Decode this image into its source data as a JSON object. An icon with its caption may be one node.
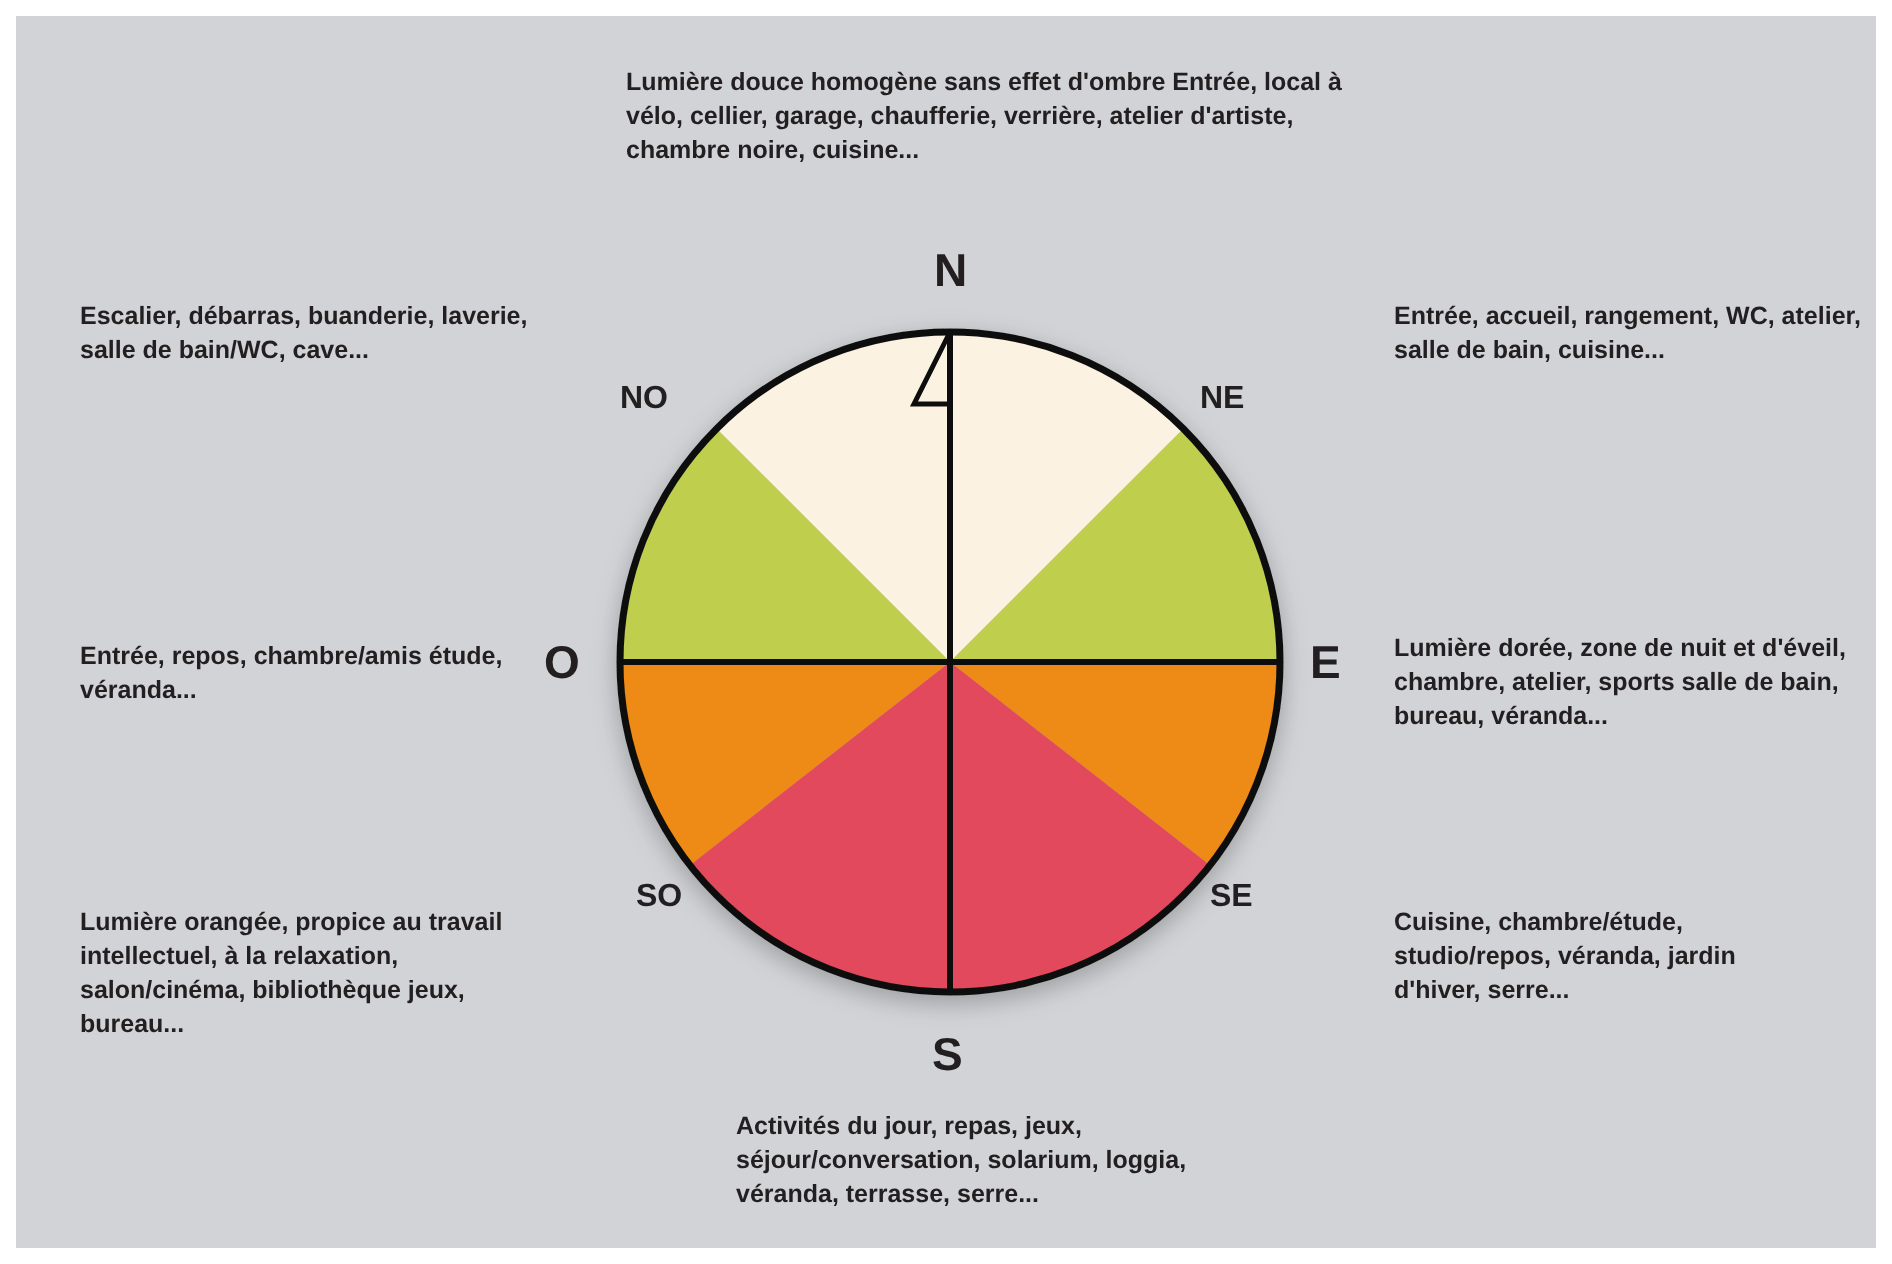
{
  "diagram": {
    "labels": [
      "Lumière douce homogène sans effet d'ombre Entrée, local à vélo, cellier, garage, chaufferie, verrière, atelier d'artiste, chambre noire, cuisine...",
      "N",
      "Escalier, débarras, buanderie, laverie, salle de bain/WC, cave...",
      "Entrée, accueil, rangement, WC, atelier, salle de bain, cuisine...",
      "NO",
      "NE",
      "Entrée, repos, chambre/amis étude, véranda...",
      "O",
      "E",
      "Lumière dorée, zone de nuit et d'éveil, chambre, atelier, sports salle de bain, bureau, véranda...",
      "SO",
      "SE",
      "Lumière orangée, propice au travail intellectuel, à la relaxation, salon/cinéma, bibliothèque jeux, bureau...",
      "Cuisine, chambre/étude, studio/repos, véranda, jardin d'hiver, serre...",
      "S",
      "Activités du jour, repas, jeux, séjour/conversation, solarium, loggia, véranda, terrasse, serre..."
    ]
  }
}
